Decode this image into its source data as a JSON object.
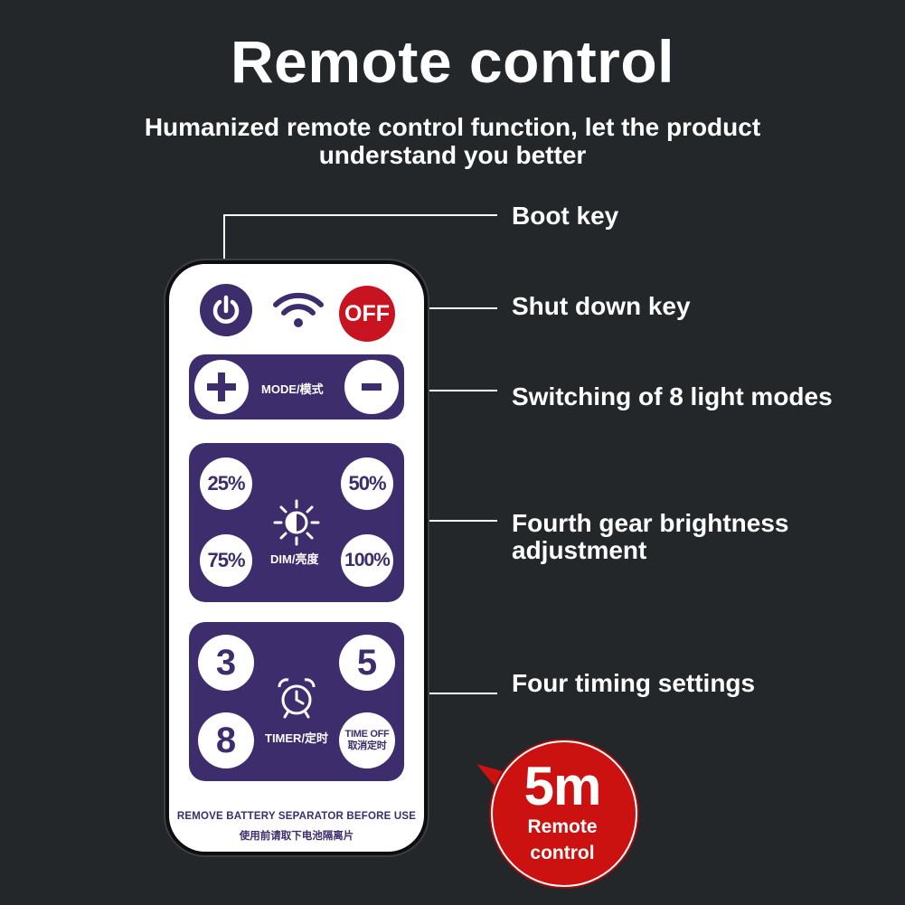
{
  "header": {
    "title": "Remote control",
    "subtitle_line1": "Humanized remote control function, let the product",
    "subtitle_line2": "understand you better"
  },
  "callouts": {
    "boot_key": "Boot key",
    "shut_down_key": "Shut down key",
    "modes": "Switching of 8 light modes",
    "brightness_line1": "Fourth gear brightness",
    "brightness_line2": "adjustment",
    "timing": "Four timing settings"
  },
  "remote": {
    "off_label": "OFF",
    "mode_label": "MODE/模式",
    "dim_label": "DIM/亮度",
    "brightness_buttons": [
      "25%",
      "50%",
      "75%",
      "100%"
    ],
    "timer_label": "TIMER/定时",
    "timer_buttons": [
      "3",
      "5",
      "8"
    ],
    "time_off_line1": "TIME OFF",
    "time_off_line2": "取消定时",
    "footer_en": "REMOVE BATTERY SEPARATOR BEFORE USE",
    "footer_cn": "使用前请取下电池隔离片"
  },
  "badge": {
    "distance": "5m",
    "line1": "Remote",
    "line2": "control"
  },
  "colors": {
    "background": "#23272a",
    "panel_purple": "#3d2d6c",
    "off_red": "#c81420",
    "badge_red": "#cc1111"
  },
  "icons": [
    "power-icon",
    "wifi-icon",
    "plus-icon",
    "minus-icon",
    "brightness-icon",
    "alarm-clock-icon"
  ]
}
